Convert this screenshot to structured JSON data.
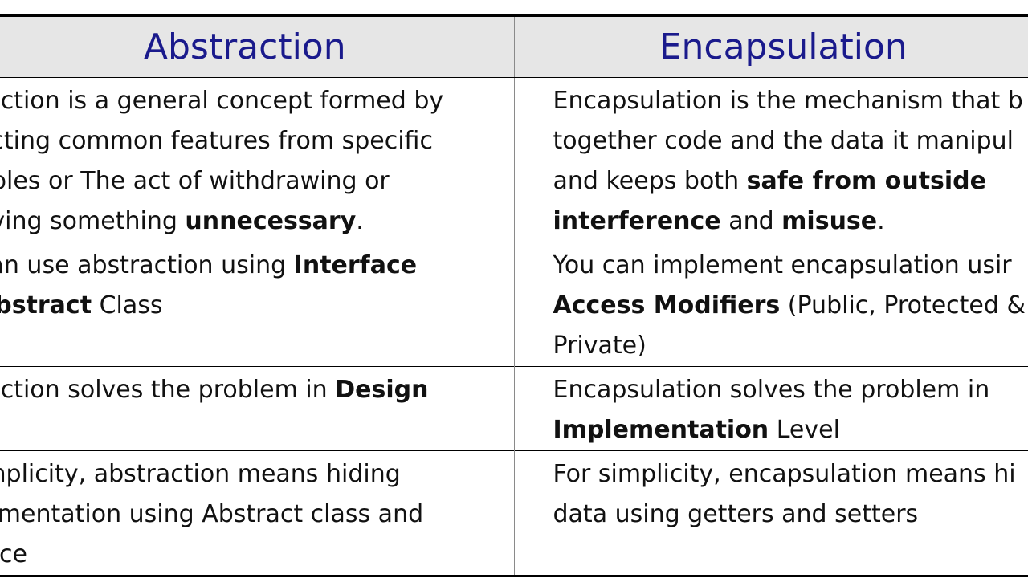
{
  "table": {
    "headers": [
      "Abstraction",
      "Encapsulation"
    ],
    "rows": [
      {
        "left": [
          [
            {
              "t": "raction is a general concept formed by"
            }
          ],
          [
            {
              "t": "acting common features from specific"
            }
          ],
          [
            {
              "t": "nples or The act of withdrawing or"
            }
          ],
          [
            {
              "t": "oving something "
            },
            {
              "t": "unnecessary",
              "b": true
            },
            {
              "t": "."
            }
          ]
        ],
        "right": [
          [
            {
              "t": "Encapsulation is the mechanism that b"
            }
          ],
          [
            {
              "t": "together code and the data it manipul"
            }
          ],
          [
            {
              "t": "and keeps both "
            },
            {
              "t": "safe from outside",
              "b": true
            }
          ],
          [
            {
              "t": "interference",
              "b": true
            },
            {
              "t": " and "
            },
            {
              "t": "misuse",
              "b": true
            },
            {
              "t": "."
            }
          ]
        ]
      },
      {
        "left": [
          [
            {
              "t": "can use abstraction using "
            },
            {
              "t": "Interface",
              "b": true
            }
          ],
          [
            {
              "t": "Abstract",
              "b": true
            },
            {
              "t": " Class"
            }
          ]
        ],
        "right": [
          [
            {
              "t": "You can implement encapsulation usir"
            }
          ],
          [
            {
              "t": "Access Modifiers",
              "b": true
            },
            {
              "t": " (Public, Protected &"
            }
          ],
          [
            {
              "t": "Private)"
            }
          ]
        ]
      },
      {
        "left": [
          [
            {
              "t": "raction solves the problem in "
            },
            {
              "t": "Design",
              "b": true
            }
          ]
        ],
        "right": [
          [
            {
              "t": "Encapsulation solves the problem in"
            }
          ],
          [
            {
              "t": "Implementation",
              "b": true
            },
            {
              "t": " Level"
            }
          ]
        ]
      },
      {
        "left": [
          [
            {
              "t": "implicity, abstraction means hiding"
            }
          ],
          [
            {
              "t": "lementation using Abstract class and"
            }
          ],
          [
            {
              "t": "face"
            }
          ]
        ],
        "right": [
          [
            {
              "t": "For simplicity, encapsulation means hi"
            }
          ],
          [
            {
              "t": "data using getters and setters"
            }
          ]
        ]
      }
    ]
  }
}
